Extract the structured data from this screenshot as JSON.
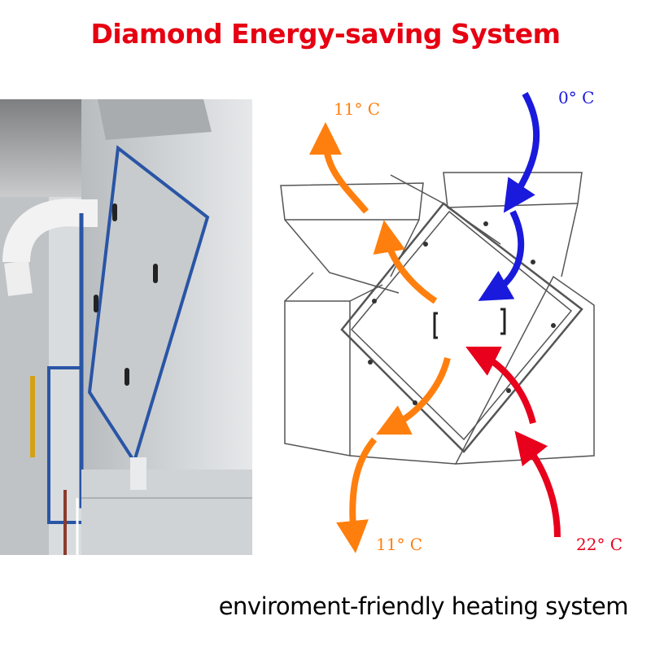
{
  "title": "Diamond Energy-saving System",
  "subtitle": "enviroment-friendly heating system",
  "diagram": {
    "temperatures": {
      "exhaust_top": "11° C",
      "fresh_in": "0° C",
      "exhaust_bottom": "11° C",
      "return_in": "22° C"
    },
    "colors": {
      "title": "#e60012",
      "cold_air": "#1a1adc",
      "warm_air": "#ff7f0e",
      "hot_air": "#e8001c",
      "frame": "#2a55a5"
    }
  }
}
